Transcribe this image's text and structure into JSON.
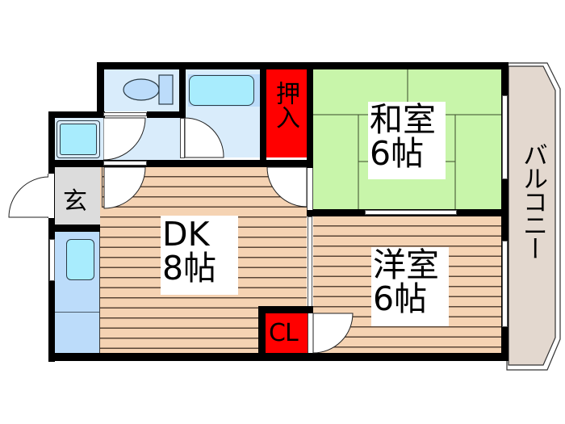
{
  "floorplan": {
    "layout": "2DK",
    "rooms": {
      "washitsu": {
        "name": "和室",
        "size": "6帖",
        "floor": "tatami"
      },
      "yoshitsu": {
        "name": "洋室",
        "size": "6帖",
        "floor": "flooring"
      },
      "dk": {
        "name": "DK",
        "size": "8帖",
        "floor": "flooring"
      },
      "oshiire": {
        "name": "押入"
      },
      "closet": {
        "name": "CL"
      },
      "genkan": {
        "name": "玄"
      },
      "balcony": {
        "name": "バルコニー"
      },
      "toilet": {
        "name": ""
      },
      "bath": {
        "name": ""
      },
      "washroom": {
        "name": ""
      },
      "kitchen": {
        "name": ""
      }
    },
    "colors": {
      "wall": "#000000",
      "tatami": "#c8f5aa",
      "wood": "#f5d3b3",
      "storage": "#ff0000",
      "water": "#d9ecfb",
      "fixture": "#a8ecfd",
      "genkan": "#dcdcdc",
      "balcony": "#e3d8cf"
    }
  }
}
